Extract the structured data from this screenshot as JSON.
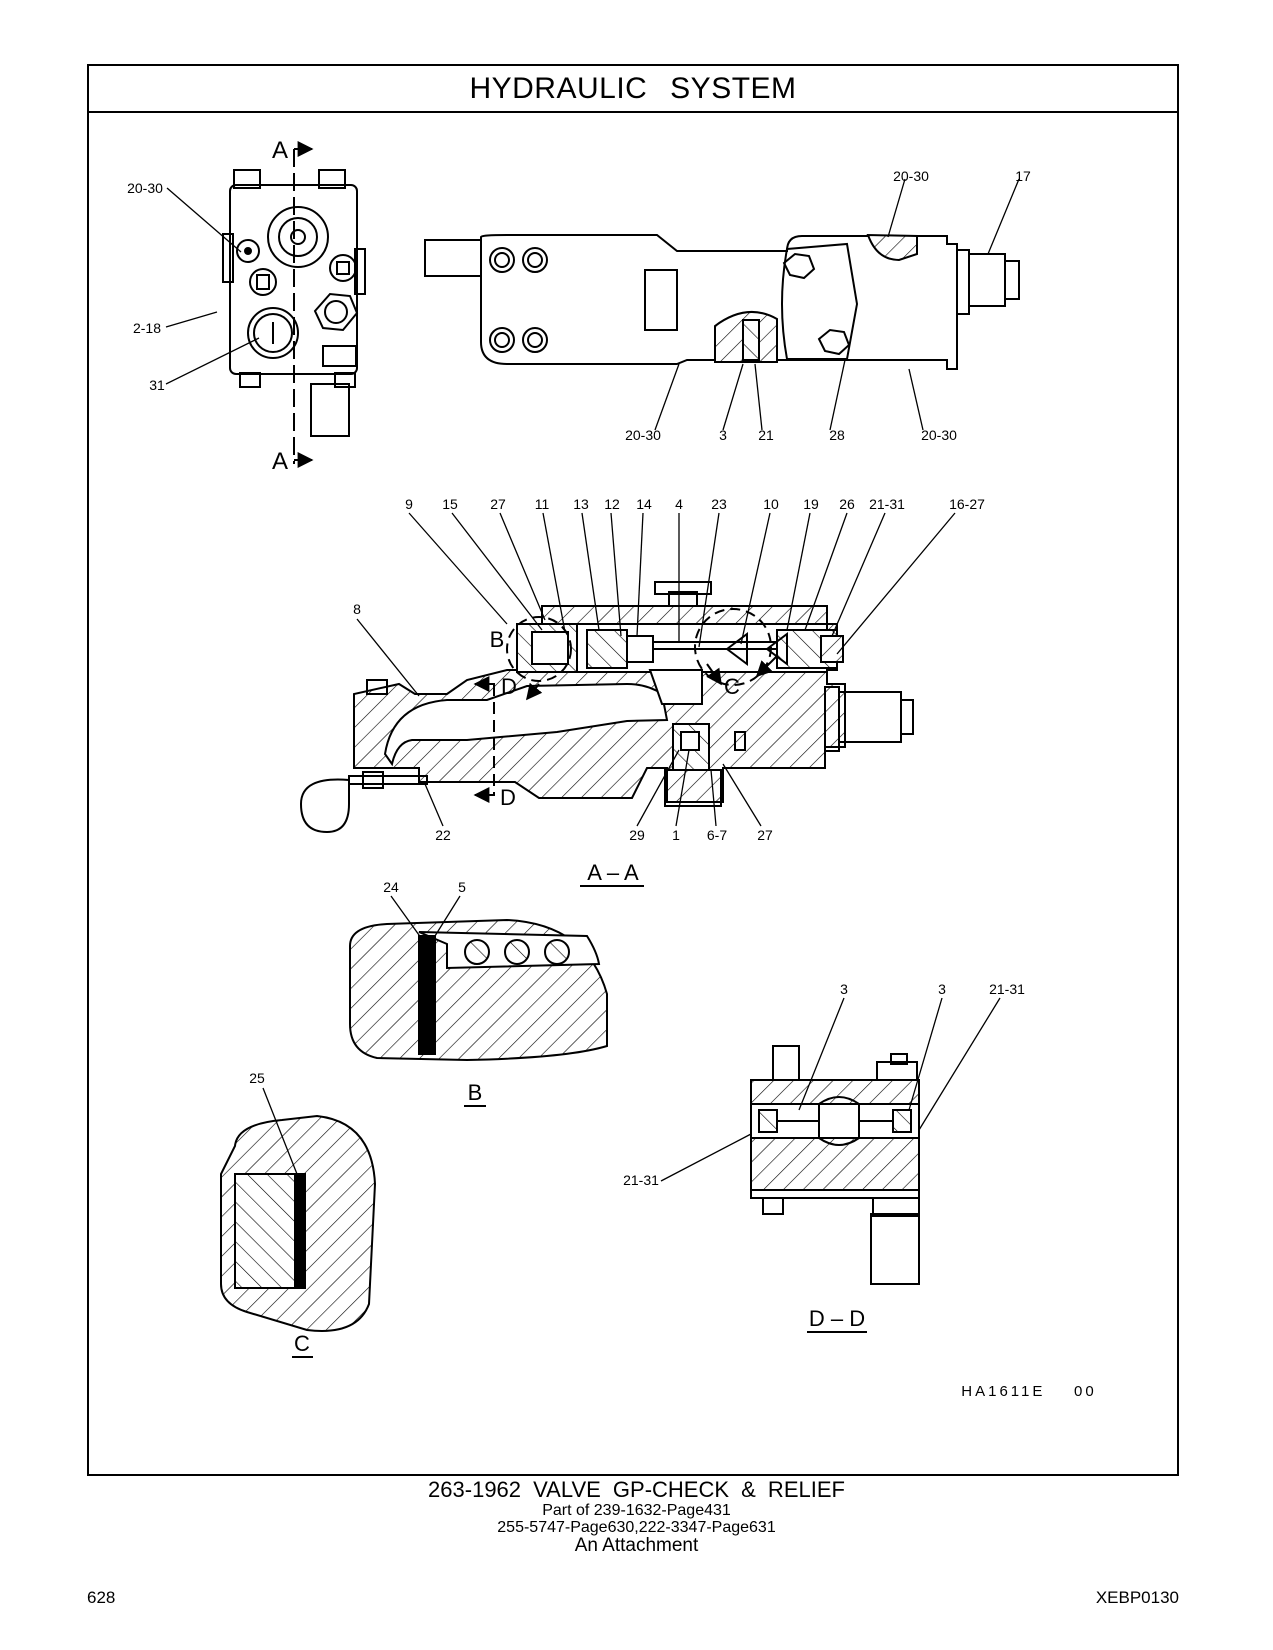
{
  "header": {
    "title": "HYDRAULIC   SYSTEM"
  },
  "drawing": {
    "callouts": {
      "left_view": [
        "20-30",
        "2-18",
        "31"
      ],
      "section_mark": "A",
      "top_view_top": [
        "20-30",
        "17"
      ],
      "top_view_bottom": [
        "20-30",
        "3",
        "21",
        "28",
        "20-30"
      ],
      "aa_top": [
        "9",
        "15",
        "27",
        "11",
        "13",
        "12",
        "14",
        "4",
        "23",
        "10",
        "19",
        "26",
        "21-31",
        "16-27"
      ],
      "aa_side": [
        "8"
      ],
      "aa_bottom": [
        "22",
        "29",
        "1",
        "6-7",
        "27"
      ],
      "aa_detail_letters": [
        "B",
        "D",
        "C",
        "D"
      ],
      "detail_b": [
        "24",
        "5"
      ],
      "detail_c": [
        "25"
      ],
      "dd": [
        "3",
        "3",
        "21-31",
        "21-31"
      ]
    },
    "view_labels": {
      "aa": "A – A",
      "b": "B",
      "c": "C",
      "dd": "D – D"
    },
    "illustration_id": "HA1611E    00"
  },
  "caption": {
    "line1": "263-1962  VALVE GP-CHECK & RELIEF",
    "line2": "Part of 239-1632-Page431",
    "line3": "255-5747-Page630,222-3347-Page631",
    "line4": "An Attachment"
  },
  "footer": {
    "page_number": "628",
    "doc_id": "XEBP0130"
  }
}
